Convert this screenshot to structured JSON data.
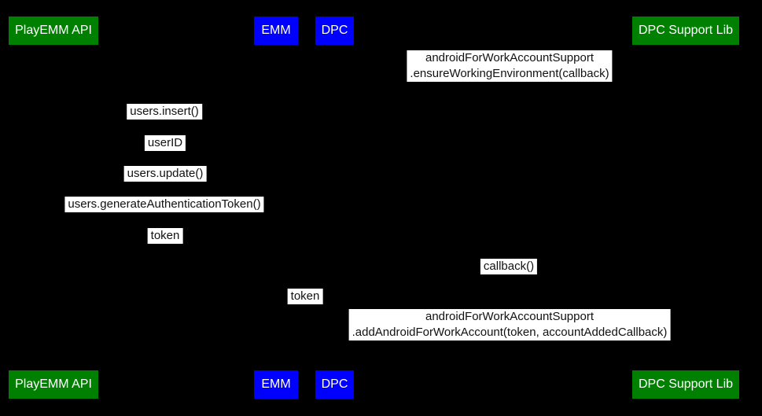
{
  "colors": {
    "background": "#000000",
    "participant_green": "#008000",
    "participant_blue": "#0000ff",
    "message_background": "#ffffff",
    "message_text": "#111111",
    "participant_text": "#ffffff"
  },
  "participants": [
    {
      "label": "PlayEMM API",
      "color": "#008000"
    },
    {
      "label": "EMM",
      "color": "#0000ff"
    },
    {
      "label": "DPC",
      "color": "#0000ff"
    },
    {
      "label": "DPC Support Lib",
      "color": "#008000"
    }
  ],
  "messages": [
    {
      "line1": "androidForWorkAccountSupport",
      "line2": ".ensureWorkingEnvironment(callback)"
    },
    {
      "line1": "users.insert()"
    },
    {
      "line1": "userID"
    },
    {
      "line1": "users.update()"
    },
    {
      "line1": "users.generateAuthenticationToken()"
    },
    {
      "line1": "token"
    },
    {
      "line1": "callback()"
    },
    {
      "line1": "token"
    },
    {
      "line1": "androidForWorkAccountSupport",
      "line2": ".addAndroidForWorkAccount(token, accountAddedCallback)"
    }
  ]
}
